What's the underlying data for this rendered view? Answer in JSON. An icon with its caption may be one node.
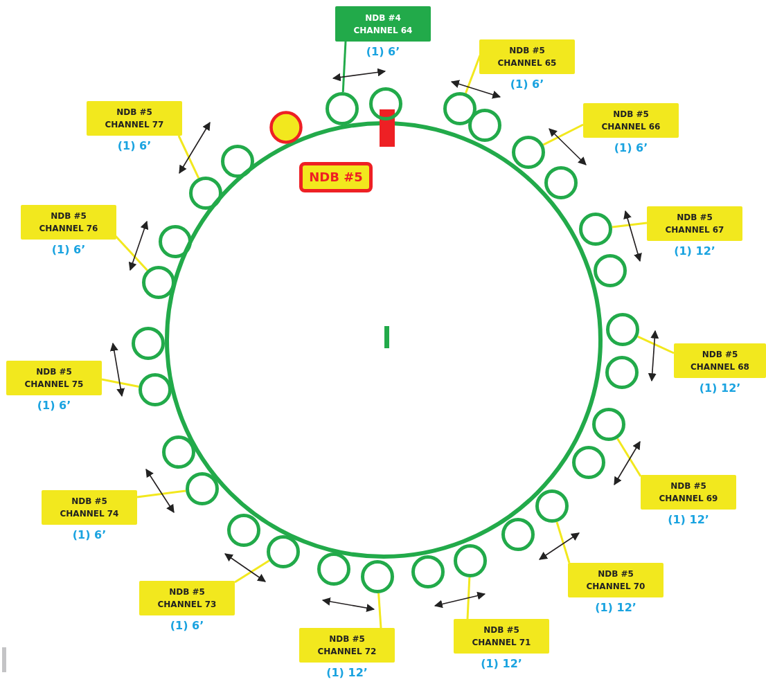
{
  "diagram": {
    "nodes": [
      {
        "text": [
          "NDB #4 CHANNEL 64"
        ],
        "beside": [
          "(1) 6’"
        ]
      },
      {
        "text": [
          "NDB #5 CHANNEL 77"
        ],
        "beside": [
          "(1) 6’"
        ]
      },
      {
        "text": [
          "NDB #5 CHANNEL 65"
        ],
        "beside": [
          "(1) 6’"
        ]
      },
      {
        "text": [
          "NDB #5 CHANNEL 66"
        ],
        "beside": [
          "(1) 6’"
        ]
      },
      {
        "text": [
          "NDB #5 CHANNEL 76"
        ],
        "beside": [
          "(1) 6’"
        ]
      },
      {
        "text": [
          "NDB #5 CHANNEL 67"
        ],
        "beside": [
          "(1) 12’"
        ]
      },
      {
        "text": [
          "NDB #5 CHANNEL 75"
        ],
        "beside": [
          "(1) 6’"
        ]
      },
      {
        "text": [
          "NDB #5 CHANNEL 68"
        ],
        "beside": [
          "(1) 12’"
        ]
      },
      {
        "text": [
          "NDB #5 CHANNEL 74"
        ],
        "beside": [
          "(1) 6’"
        ]
      },
      {
        "text": [
          "NDB #5 CHANNEL 69"
        ],
        "beside": [
          "(1) 12’"
        ]
      },
      {
        "text": [
          "NDB #5 CHANNEL 70"
        ],
        "beside": [
          "(1) 12’"
        ]
      },
      {
        "text": [
          "NDB #5 CHANNEL 73"
        ],
        "beside": [
          "(1) 6’"
        ]
      },
      {
        "text": [
          "NDB #5 CHANNEL 72"
        ],
        "beside": [
          "(1) 12’"
        ]
      },
      {
        "text": [
          "NDB #5 CHANNEL 71"
        ],
        "beside": [
          "(1) 12’"
        ]
      },
      {
        "text": [
          "NDB #5"
        ]
      },
      {
        "text": [],
        "shape": "circle"
      },
      {
        "text": [],
        "shape": "circle"
      },
      {
        "text": [],
        "shape": "circle"
      },
      {
        "text": [],
        "shape": "circle"
      },
      {
        "text": [],
        "shape": "circle"
      },
      {
        "text": [],
        "shape": "circle"
      },
      {
        "text": [],
        "shape": "circle"
      },
      {
        "text": [],
        "shape": "circle"
      },
      {
        "text": [],
        "shape": "circle"
      },
      {
        "text": [],
        "shape": "circle"
      },
      {
        "text": [],
        "shape": "circle"
      },
      {
        "text": [],
        "shape": "circle"
      },
      {
        "text": [],
        "shape": "circle"
      },
      {
        "text": [],
        "shape": "circle"
      },
      {
        "text": [],
        "shape": "circle"
      },
      {
        "text": [],
        "shape": "circle"
      },
      {
        "text": [],
        "shape": "circle"
      },
      {
        "text": [],
        "shape": "circle"
      },
      {
        "text": [],
        "shape": "circle"
      },
      {
        "text": [],
        "shape": "circle"
      },
      {
        "text": [],
        "shape": "circle"
      },
      {
        "text": [],
        "shape": "circle"
      },
      {
        "text": [],
        "shape": "circle"
      },
      {
        "text": [],
        "shape": "circle"
      },
      {
        "text": [],
        "shape": "circle"
      },
      {
        "text": [],
        "shape": "circle"
      },
      {
        "text": [],
        "shape": "circle"
      },
      {
        "text": [],
        "shape": "circle"
      }
    ],
    "edges": [
      {
        "from": 0,
        "to": 15,
        "arrow": "none",
        "color": "#22aa4a"
      },
      {
        "from": 2,
        "to": 17,
        "arrow": "none",
        "color": "#f2e81e"
      },
      {
        "from": 3,
        "to": 19,
        "arrow": "none",
        "color": "#f2e81e"
      },
      {
        "from": 5,
        "to": 21,
        "arrow": "none",
        "color": "#f2e81e"
      },
      {
        "from": 7,
        "to": 23,
        "arrow": "none",
        "color": "#f2e81e"
      },
      {
        "from": 9,
        "to": 25,
        "arrow": "none",
        "color": "#f2e81e"
      },
      {
        "from": 10,
        "to": 27,
        "arrow": "none",
        "color": "#f2e81e"
      },
      {
        "from": 13,
        "to": 29,
        "arrow": "none",
        "color": "#f2e81e"
      },
      {
        "from": 12,
        "to": 31,
        "arrow": "none",
        "color": "#f2e81e"
      },
      {
        "from": 11,
        "to": 33,
        "arrow": "none",
        "color": "#f2e81e"
      },
      {
        "from": 8,
        "to": 35,
        "arrow": "none",
        "color": "#f2e81e"
      },
      {
        "from": 6,
        "to": 37,
        "arrow": "none",
        "color": "#f2e81e"
      },
      {
        "from": 4,
        "to": 39,
        "arrow": "none",
        "color": "#f2e81e"
      },
      {
        "from": 1,
        "to": 41,
        "arrow": "none",
        "color": "#f2e81e"
      },
      {
        "from": 15,
        "to": 16,
        "arrow": "both"
      },
      {
        "from": 17,
        "to": 18,
        "arrow": "both"
      },
      {
        "from": 19,
        "to": 20,
        "arrow": "both"
      },
      {
        "from": 21,
        "to": 22,
        "arrow": "both"
      },
      {
        "from": 23,
        "to": 24,
        "arrow": "both"
      },
      {
        "from": 25,
        "to": 26,
        "arrow": "both"
      },
      {
        "from": 27,
        "to": 28,
        "arrow": "both"
      },
      {
        "from": 29,
        "to": 30,
        "arrow": "both"
      },
      {
        "from": 31,
        "to": 32,
        "arrow": "both"
      },
      {
        "from": 33,
        "to": 34,
        "arrow": "both"
      },
      {
        "from": 35,
        "to": 36,
        "arrow": "both"
      },
      {
        "from": 37,
        "to": 38,
        "arrow": "both"
      },
      {
        "from": 39,
        "to": 40,
        "arrow": "both"
      },
      {
        "from": 41,
        "to": 42,
        "arrow": "both"
      }
    ]
  }
}
